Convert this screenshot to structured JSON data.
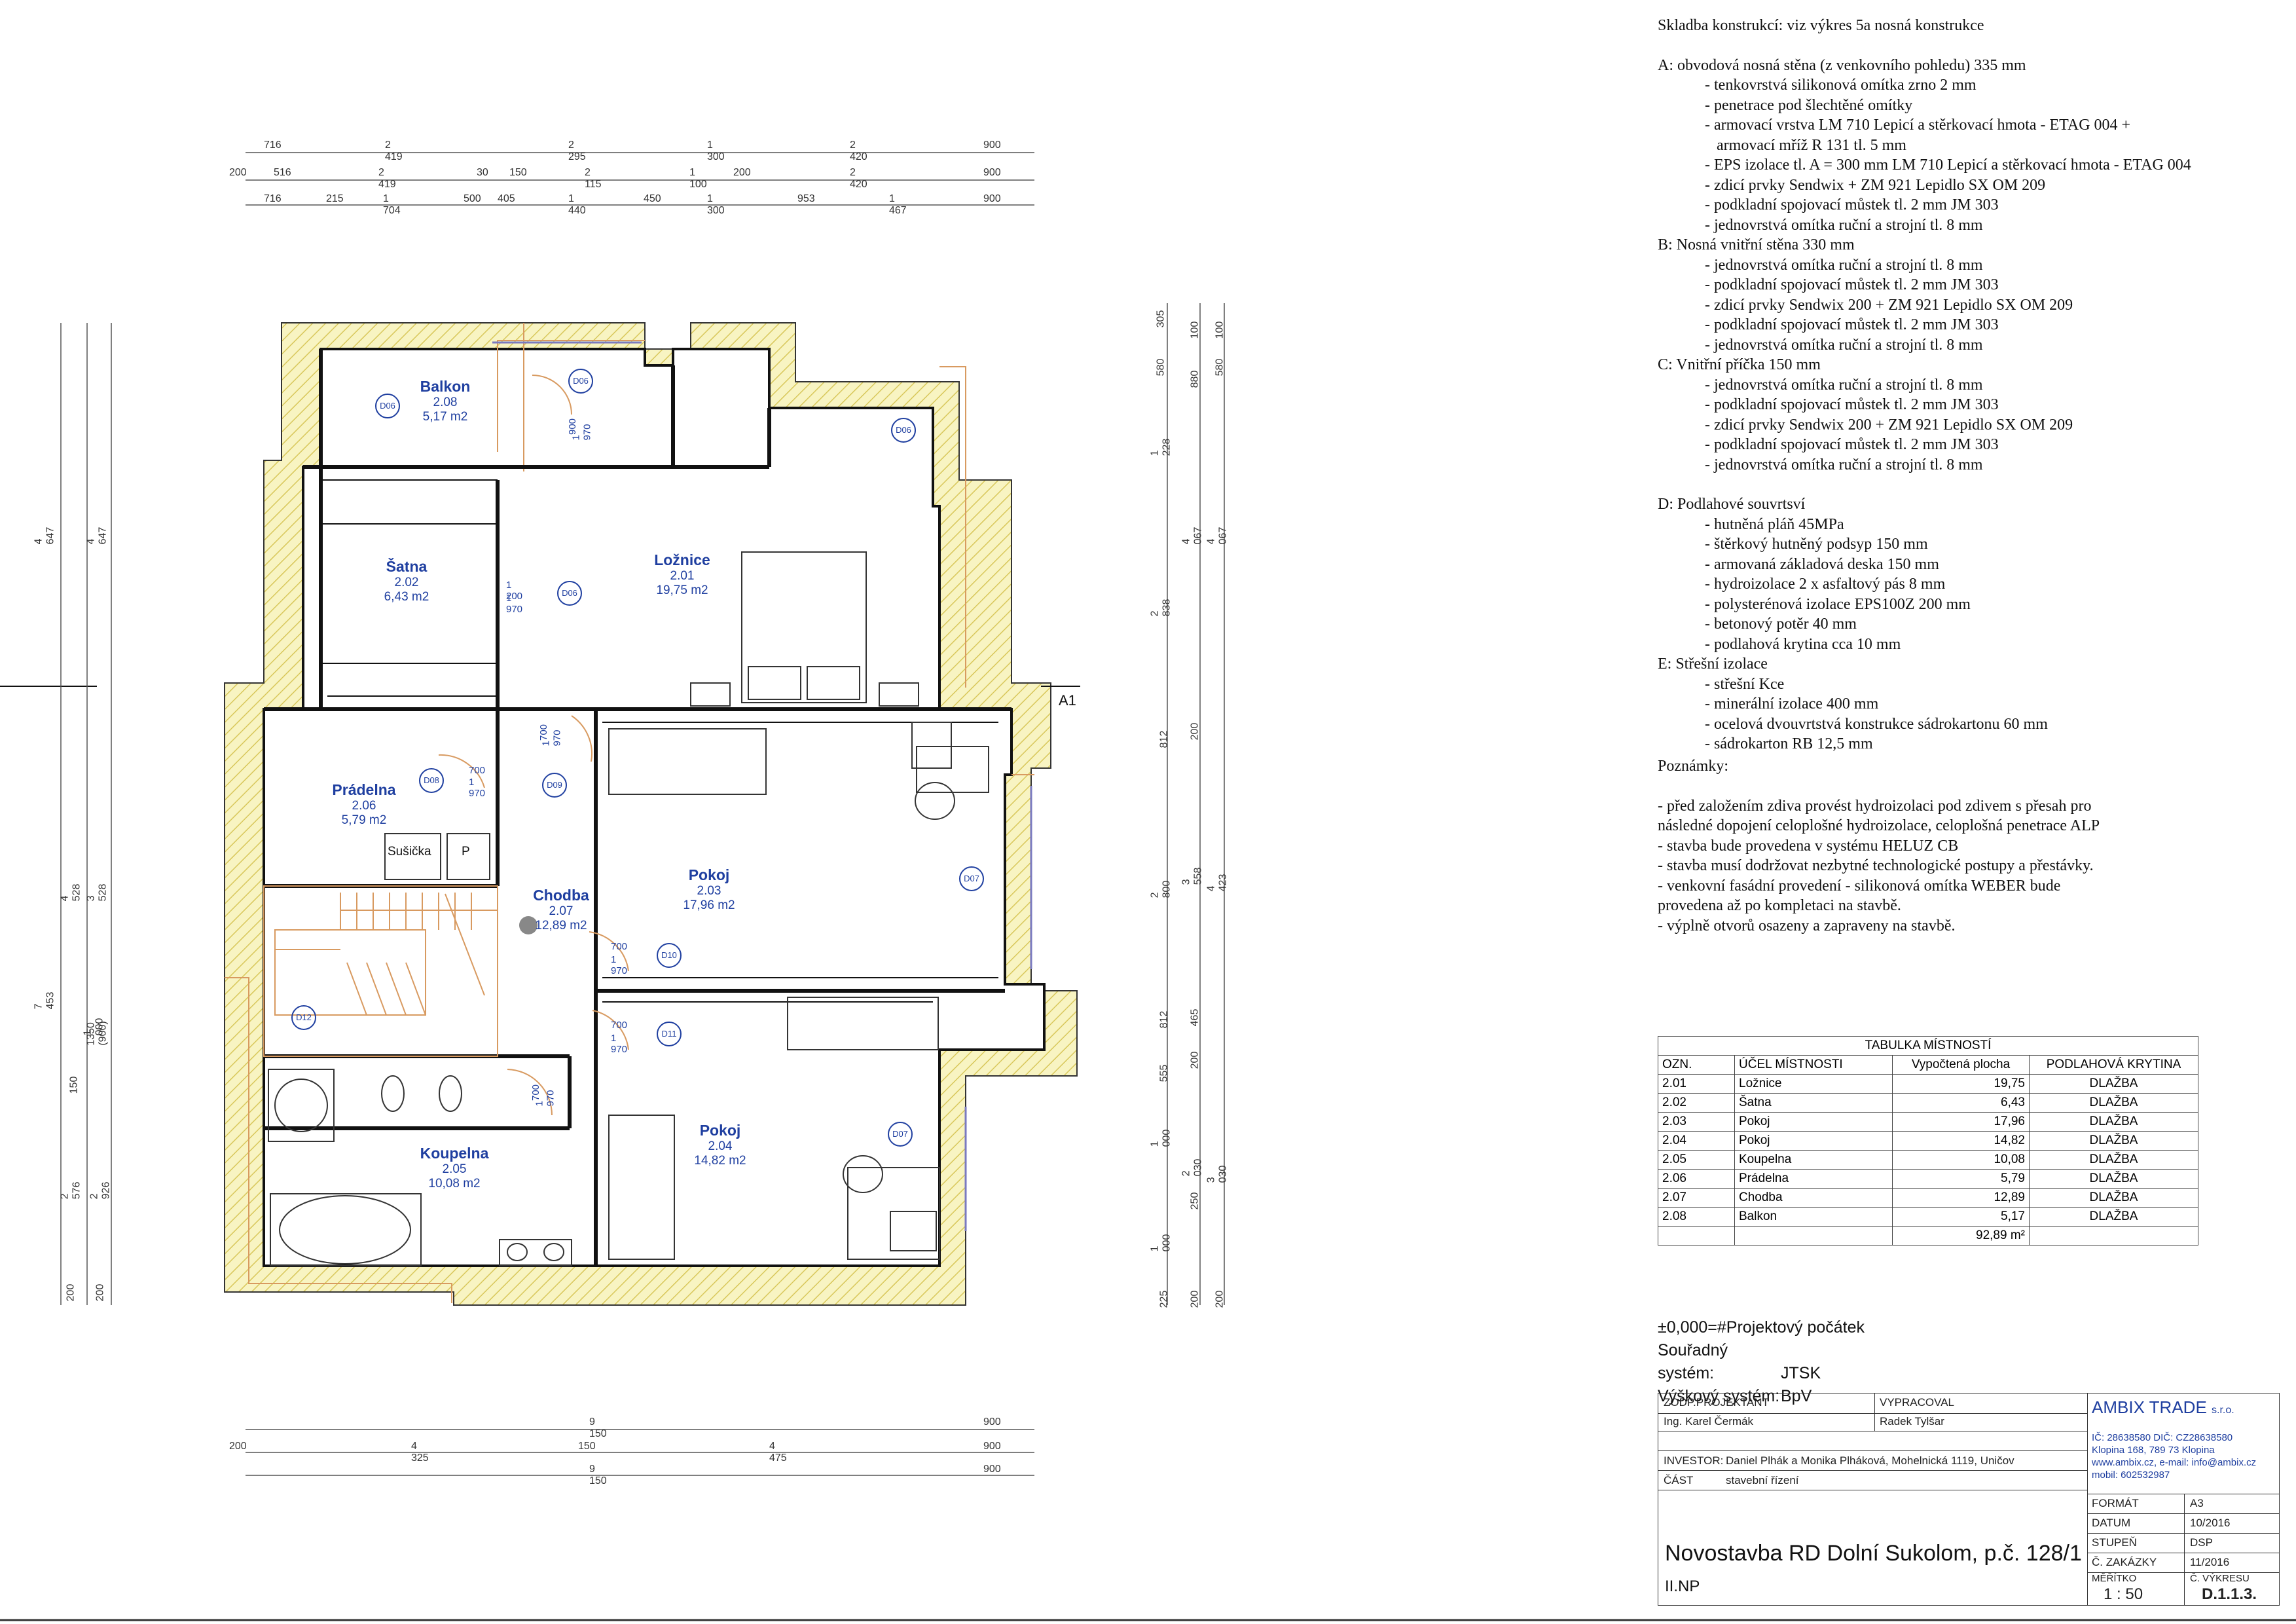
{
  "notes": {
    "header": "Skladba konstrukcí: viz výkres 5a nosná konstrukce",
    "sections": [
      {
        "title": "A: obvodová nosná stěna (z venkovního pohledu) 335 mm",
        "items": [
          "- tenkovrstvá silikonová omítka zrno 2 mm",
          "- penetrace pod šlechtěné omítky",
          "- armovací vrstva LM 710 Lepicí a stěrkovací hmota - ETAG 004 +",
          "  armovací mříž R 131 tl. 5 mm",
          "- EPS izolace tl. A = 300 mm LM 710 Lepicí a stěrkovací hmota - ETAG 004",
          "- zdicí prvky Sendwix + ZM 921 Lepidlo SX OM 209",
          "- podkladní spojovací můstek tl. 2 mm JM 303",
          "- jednovrstvá omítka ruční a strojní tl. 8 mm"
        ]
      },
      {
        "title": "B: Nosná vnitřní stěna 330 mm",
        "items": [
          "- jednovrstvá omítka ruční a strojní tl. 8 mm",
          "- podkladní spojovací můstek tl. 2 mm JM 303",
          "- zdicí prvky Sendwix 200 + ZM 921 Lepidlo SX OM 209",
          "- podkladní spojovací můstek tl. 2 mm JM 303",
          "- jednovrstvá omítka ruční a strojní tl. 8 mm"
        ]
      },
      {
        "title": "C: Vnitřní příčka 150 mm",
        "items": [
          "- jednovrstvá omítka ruční a strojní tl. 8 mm",
          "- podkladní spojovací můstek tl. 2 mm JM 303",
          "- zdicí prvky Sendwix 200 + ZM 921 Lepidlo SX OM 209",
          "- podkladní spojovací můstek tl. 2 mm JM 303",
          "- jednovrstvá omítka ruční a strojní tl. 8 mm"
        ]
      },
      {
        "title": "D: Podlahové souvrtsví",
        "items": [
          "- hutněná pláň 45MPa",
          "- štěrkový hutněný podsyp 150 mm",
          "- armovaná základová deska 150 mm",
          "- hydroizolace  2 x asfaltový pás 8 mm",
          "- polysterénová izolace EPS100Z 200 mm",
          "- betonový potěr 40 mm",
          "- podlahová krytina cca 10 mm"
        ]
      },
      {
        "title": "E: Střešní izolace",
        "items": [
          "- střešní Kce",
          "- minerální izolace 400 mm",
          "- ocelová dvouvrtstvá konstrukce sádrokartonu 60 mm",
          "- sádrokarton RB 12,5 mm"
        ]
      }
    ]
  },
  "remarks": {
    "title": "Poznámky:",
    "lines": [
      "- před založením zdiva provést hydroizolaci pod zdivem s přesah pro",
      "následné dopojení celoplošné hydroizolace, celoplošná penetrace ALP",
      "- stavba bude provedena v systému HELUZ CB",
      "- stavba musí dodržovat nezbytné technologické postupy a přestávky.",
      "- venkovní fasádní provedení - silikonová omítka WEBER bude",
      "provedena až po kompletaci na stavbě.",
      "- výplně otvorů osazeny a zapraveny na stavbě."
    ]
  },
  "room_table": {
    "title": "TABULKA MÍSTNOSTÍ",
    "headers": [
      "OZN.",
      "ÚČEL MÍSTNOSTI",
      "Vypočtená plocha",
      "PODLAHOVÁ KRYTINA"
    ],
    "rows": [
      [
        "2.01",
        "Ložnice",
        "19,75",
        "DLAŽBA"
      ],
      [
        "2.02",
        "Šatna",
        "6,43",
        "DLAŽBA"
      ],
      [
        "2.03",
        "Pokoj",
        "17,96",
        "DLAŽBA"
      ],
      [
        "2.04",
        "Pokoj",
        "14,82",
        "DLAŽBA"
      ],
      [
        "2.05",
        "Koupelna",
        "10,08",
        "DLAŽBA"
      ],
      [
        "2.06",
        "Prádelna",
        "5,79",
        "DLAŽBA"
      ],
      [
        "2.07",
        "Chodba",
        "12,89",
        "DLAŽBA"
      ],
      [
        "2.08",
        "Balkon",
        "5,17",
        "DLAŽBA"
      ]
    ],
    "total": "92,89 m²"
  },
  "coordinates": {
    "origin": "±0,000=#Projektový počátek",
    "system_label": "Souřadný systém:",
    "system_value": "JTSK",
    "height_label": "Výškový systém:",
    "height_value": "BpV"
  },
  "title_block": {
    "resp_label": "ZODP.PROJEKTANT",
    "resp_value": "Ing. Karel Čermák",
    "drawn_label": "VYPRACOVAL",
    "drawn_value": "Radek Tylšar",
    "investor_label": "INVESTOR:",
    "investor_value": "Daniel Plhák a Monika Plháková, Mohelnická 1119, Uničov",
    "part_label": "ČÁST",
    "part_value": "stavební řízení",
    "company_name": "AMBIX TRADE",
    "company_suffix": "s.r.o.",
    "company_lines": [
      "IČ: 28638580 DIČ: CZ28638580",
      "Klopina 168, 789 73 Klopina",
      "www.ambix.cz, e-mail: info@ambix.cz",
      "mobil: 602532987"
    ],
    "format_label": "FORMÁT",
    "format_value": "A3",
    "date_label": "DATUM",
    "date_value": "10/2016",
    "stage_label": "STUPEŇ",
    "stage_value": "DSP",
    "order_label": "Č. ZAKÁZKY",
    "order_value": "11/2016",
    "scale_label": "MĚŘÍTKO",
    "scale_value": "1 : 50",
    "drawing_label": "Č. VÝKRESU",
    "drawing_value": "D.1.1.3.",
    "project": "Novostavba RD Dolní Sukolom, p.č. 128/1",
    "floor": "II.NP"
  },
  "rooms": [
    {
      "name": "Balkon",
      "id": "2.08",
      "area": "5,17 m2"
    },
    {
      "name": "Šatna",
      "id": "2.02",
      "area": "6,43 m2"
    },
    {
      "name": "Ložnice",
      "id": "2.01",
      "area": "19,75 m2"
    },
    {
      "name": "Prádelna",
      "id": "2.06",
      "area": "5,79 m2"
    },
    {
      "name": "Chodba",
      "id": "2.07",
      "area": "12,89 m2"
    },
    {
      "name": "Pokoj",
      "id": "2.03",
      "area": "17,96 m2"
    },
    {
      "name": "Koupelna",
      "id": "2.05",
      "area": "10,08 m2"
    },
    {
      "name": "Pokoj",
      "id": "2.04",
      "area": "14,82 m2"
    }
  ],
  "plan_labels": {
    "dryer": "Sušička",
    "p": "P",
    "section": "A1",
    "door_tags": [
      "D06",
      "D06",
      "D06",
      "D06",
      "D07",
      "D07",
      "D08",
      "D09",
      "D10",
      "D11",
      "D12"
    ],
    "door_dims": [
      "900",
      "1 970",
      "1 200",
      "1 970",
      "700",
      "1 970",
      "700",
      "1 970",
      "700",
      "1 970",
      "700",
      "1 970",
      "700",
      "1 970"
    ]
  },
  "dimensions": {
    "top_row1": [
      "716",
      "2 419",
      "2 295",
      "1 300",
      "2 420",
      "900"
    ],
    "top_row2": [
      "200",
      "516",
      "2 419",
      "30",
      "150",
      "2 115",
      "1 100",
      "200",
      "2 420",
      "900"
    ],
    "top_row3": [
      "716",
      "215",
      "1 704",
      "500",
      "405",
      "1 440",
      "450",
      "1 300",
      "953",
      "1 467",
      "900"
    ],
    "bottom_row1": [
      "9 150",
      "900"
    ],
    "bottom_row2": [
      "200",
      "4 325",
      "150",
      "4 475",
      "900"
    ],
    "bottom_row3": [
      "9 150",
      "900"
    ],
    "left_col1": [
      "4 647",
      "7 453",
      "2 576",
      "200"
    ],
    "left_col2": [
      "4 528",
      "1 000",
      "150",
      "2 926"
    ],
    "left_col3": [
      "4 647",
      "3 528",
      "1350 (900)",
      "200"
    ],
    "right_col1": [
      "305",
      "580",
      "1 228",
      "2 838",
      "812",
      "2 800",
      "812",
      "555",
      "1 000",
      "1 000",
      "225"
    ],
    "right_col2": [
      "100",
      "880",
      "4 067",
      "200",
      "3 558",
      "465",
      "200",
      "2 030",
      "250",
      "200"
    ],
    "right_col3": [
      "100",
      "580",
      "4 067",
      "4 423",
      "3 030",
      "200"
    ]
  },
  "colors": {
    "wall": "#000000",
    "insulation": "#f5f0b0",
    "hatch": "#d8c75a",
    "accent_blue": "#1f3fa0",
    "orange": "#d89a60"
  }
}
